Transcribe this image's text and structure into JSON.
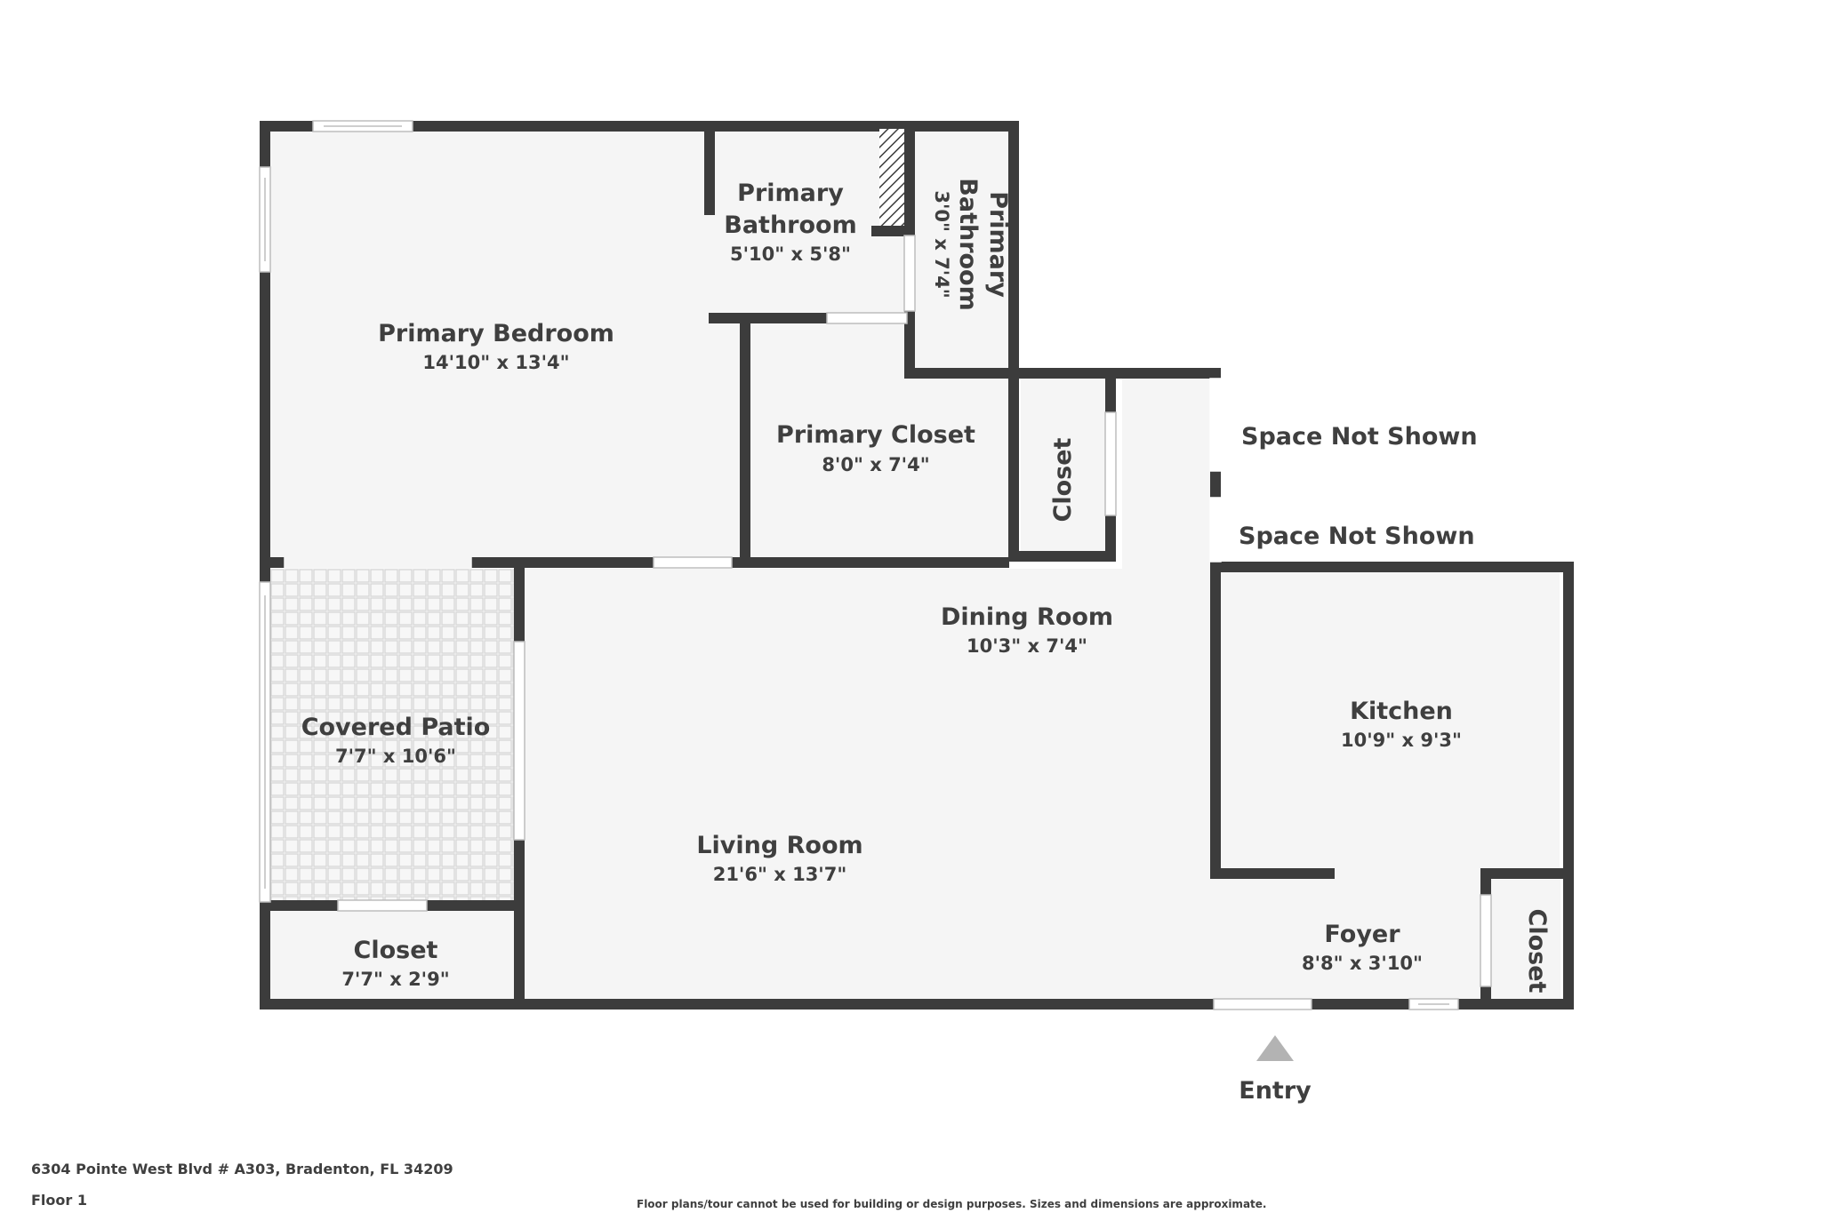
{
  "rooms": {
    "primary_bedroom": {
      "name": "Primary Bedroom",
      "dims": "14'10\" x 13'4\""
    },
    "primary_bathroom_a": {
      "name_line1": "Primary",
      "name_line2": "Bathroom",
      "dims": "5'10\" x 5'8\""
    },
    "primary_bathroom_b": {
      "name_line1": "Primary",
      "name_line2": "Bathroom",
      "dims": "3'0\" x 7'4\""
    },
    "primary_closet": {
      "name": "Primary Closet",
      "dims": "8'0\" x 7'4\""
    },
    "closet_mid": {
      "name": "Closet"
    },
    "dining_room": {
      "name": "Dining Room",
      "dims": "10'3\" x 7'4\""
    },
    "kitchen": {
      "name": "Kitchen",
      "dims": "10'9\" x 9'3\""
    },
    "covered_patio": {
      "name": "Covered Patio",
      "dims": "7'7\" x 10'6\""
    },
    "living_room": {
      "name": "Living Room",
      "dims": "21'6\" x 13'7\""
    },
    "closet_bottom": {
      "name": "Closet",
      "dims": "7'7\" x 2'9\""
    },
    "foyer": {
      "name": "Foyer",
      "dims": "8'8\" x 3'10\""
    },
    "closet_right": {
      "name": "Closet"
    }
  },
  "labels": {
    "space_not_shown_1": "Space Not Shown",
    "space_not_shown_2": "Space Not Shown",
    "entry": "Entry"
  },
  "footer": {
    "address": "6304 Pointe West Blvd # A303, Bradenton, FL 34209",
    "floor": "Floor 1",
    "disclaimer": "Floor plans/tour cannot be used for building or design purposes. Sizes and dimensions are approximate."
  },
  "colors": {
    "wall": "#3c3c3c",
    "floor": "#f5f5f5",
    "text": "#3f3f3f",
    "entry_arrow": "#b3b3b3"
  }
}
